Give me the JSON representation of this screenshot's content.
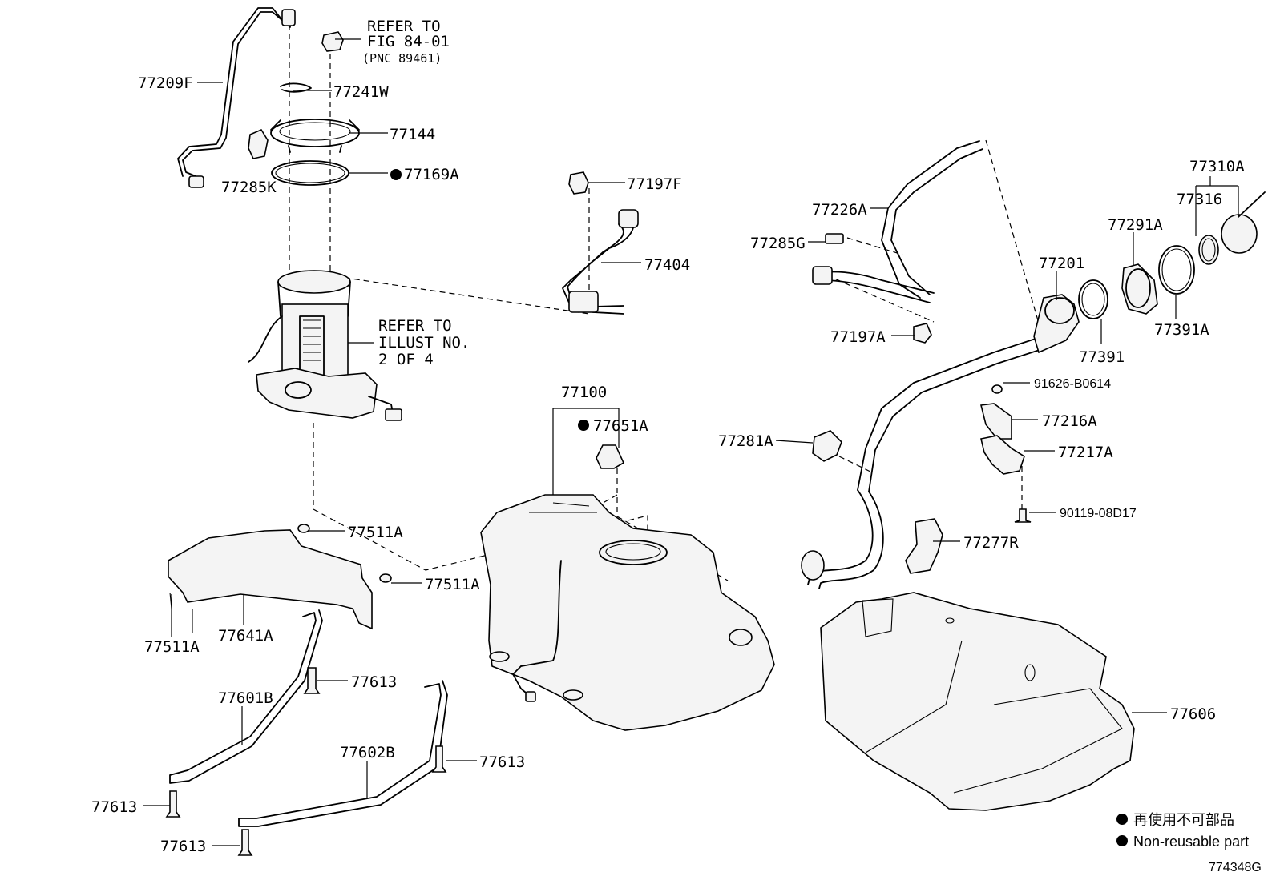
{
  "labels": {
    "p77209F": "77209F",
    "p77241W": "77241W",
    "p77144": "77144",
    "p77285K": "77285K",
    "p77169A": "77169A",
    "p77197F": "77197F",
    "p77404": "77404",
    "p77226A": "77226A",
    "p77285G": "77285G",
    "p77197A": "77197A",
    "p77201": "77201",
    "p77291A": "77291A",
    "p77310A": "77310A",
    "p77316": "77316",
    "p77391": "77391",
    "p77391A": "77391A",
    "p91626": "91626-B0614",
    "p77216A": "77216A",
    "p77217A": "77217A",
    "p90119": "90119-08D17",
    "p77281A": "77281A",
    "p77277R": "77277R",
    "p77100": "77100",
    "p77651A": "77651A",
    "p77511A_1": "77511A",
    "p77511A_2": "77511A",
    "p77511A_3": "77511A",
    "p77641A": "77641A",
    "p77601B": "77601B",
    "p77602B": "77602B",
    "p77613_1": "77613",
    "p77613_2": "77613",
    "p77613_3": "77613",
    "p77613_4": "77613",
    "p77606": "77606"
  },
  "references": {
    "fig_line1": "REFER TO",
    "fig_line2": "FIG 84-01",
    "fig_line3": "(PNC 89461)",
    "illust_line1": "REFER TO",
    "illust_line2": "ILLUST NO.",
    "illust_line3": "2 OF 4"
  },
  "legend": {
    "japanese": "再使用不可部品",
    "english": "Non-reusable part"
  },
  "diagram_code": "774348G"
}
